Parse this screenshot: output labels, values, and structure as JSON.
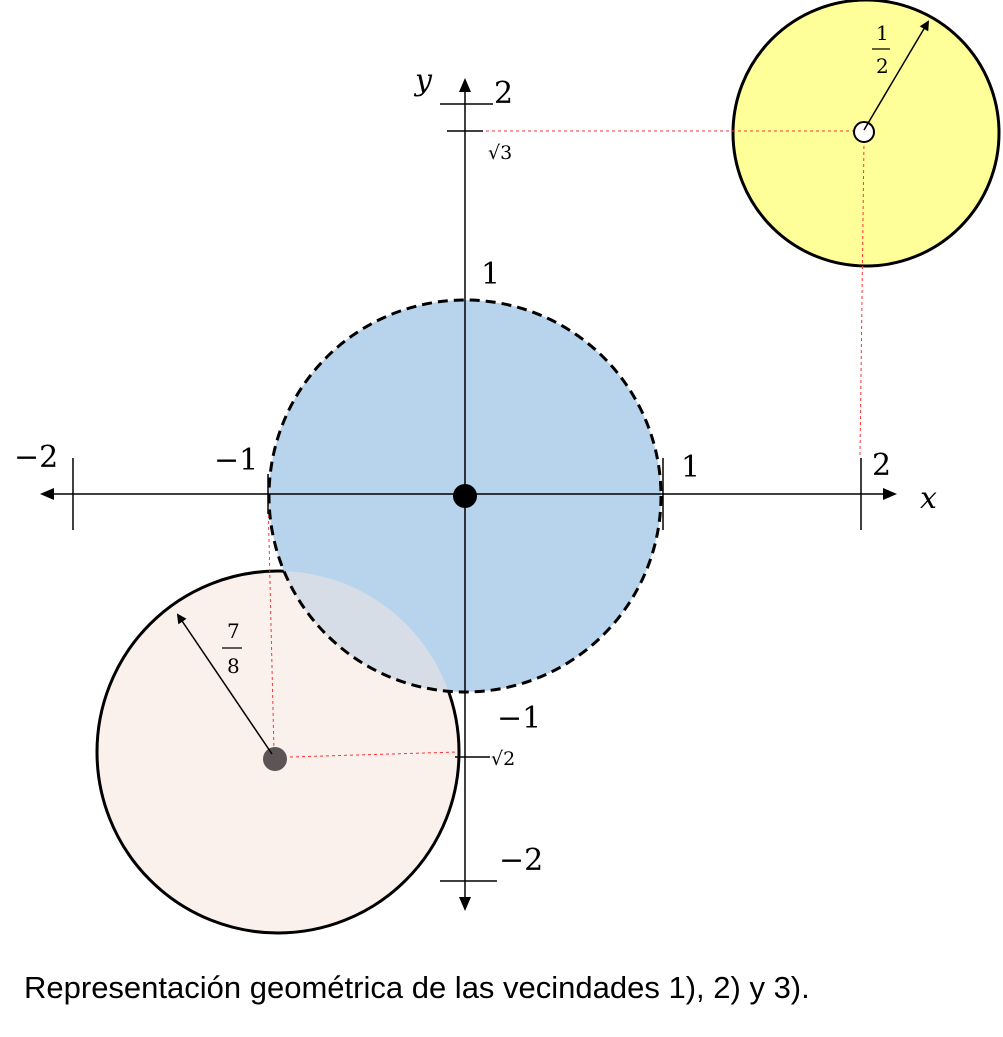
{
  "axes": {
    "x_label": "x",
    "y_label": "y",
    "x_ticks": [
      "−2",
      "−1",
      "1",
      "2"
    ],
    "y_ticks": [
      "2",
      "1",
      "−1",
      "−2"
    ],
    "sqrt3_label": "√3",
    "sqrt2_label": "√2"
  },
  "radius_labels": {
    "yellow_num": "1",
    "yellow_den": "2",
    "peach_num": "7",
    "peach_den": "8"
  },
  "colors": {
    "blue_fill": "#b8d3ec",
    "yellow_fill": "#ffff99",
    "peach_fill": "#fbf1ec",
    "overlap_fill": "#d6dde6",
    "guide_red": "#ff3333",
    "peach_center": "#5b5555"
  },
  "caption": "Representación geométrica de las vecindades 1), 2) y 3)."
}
